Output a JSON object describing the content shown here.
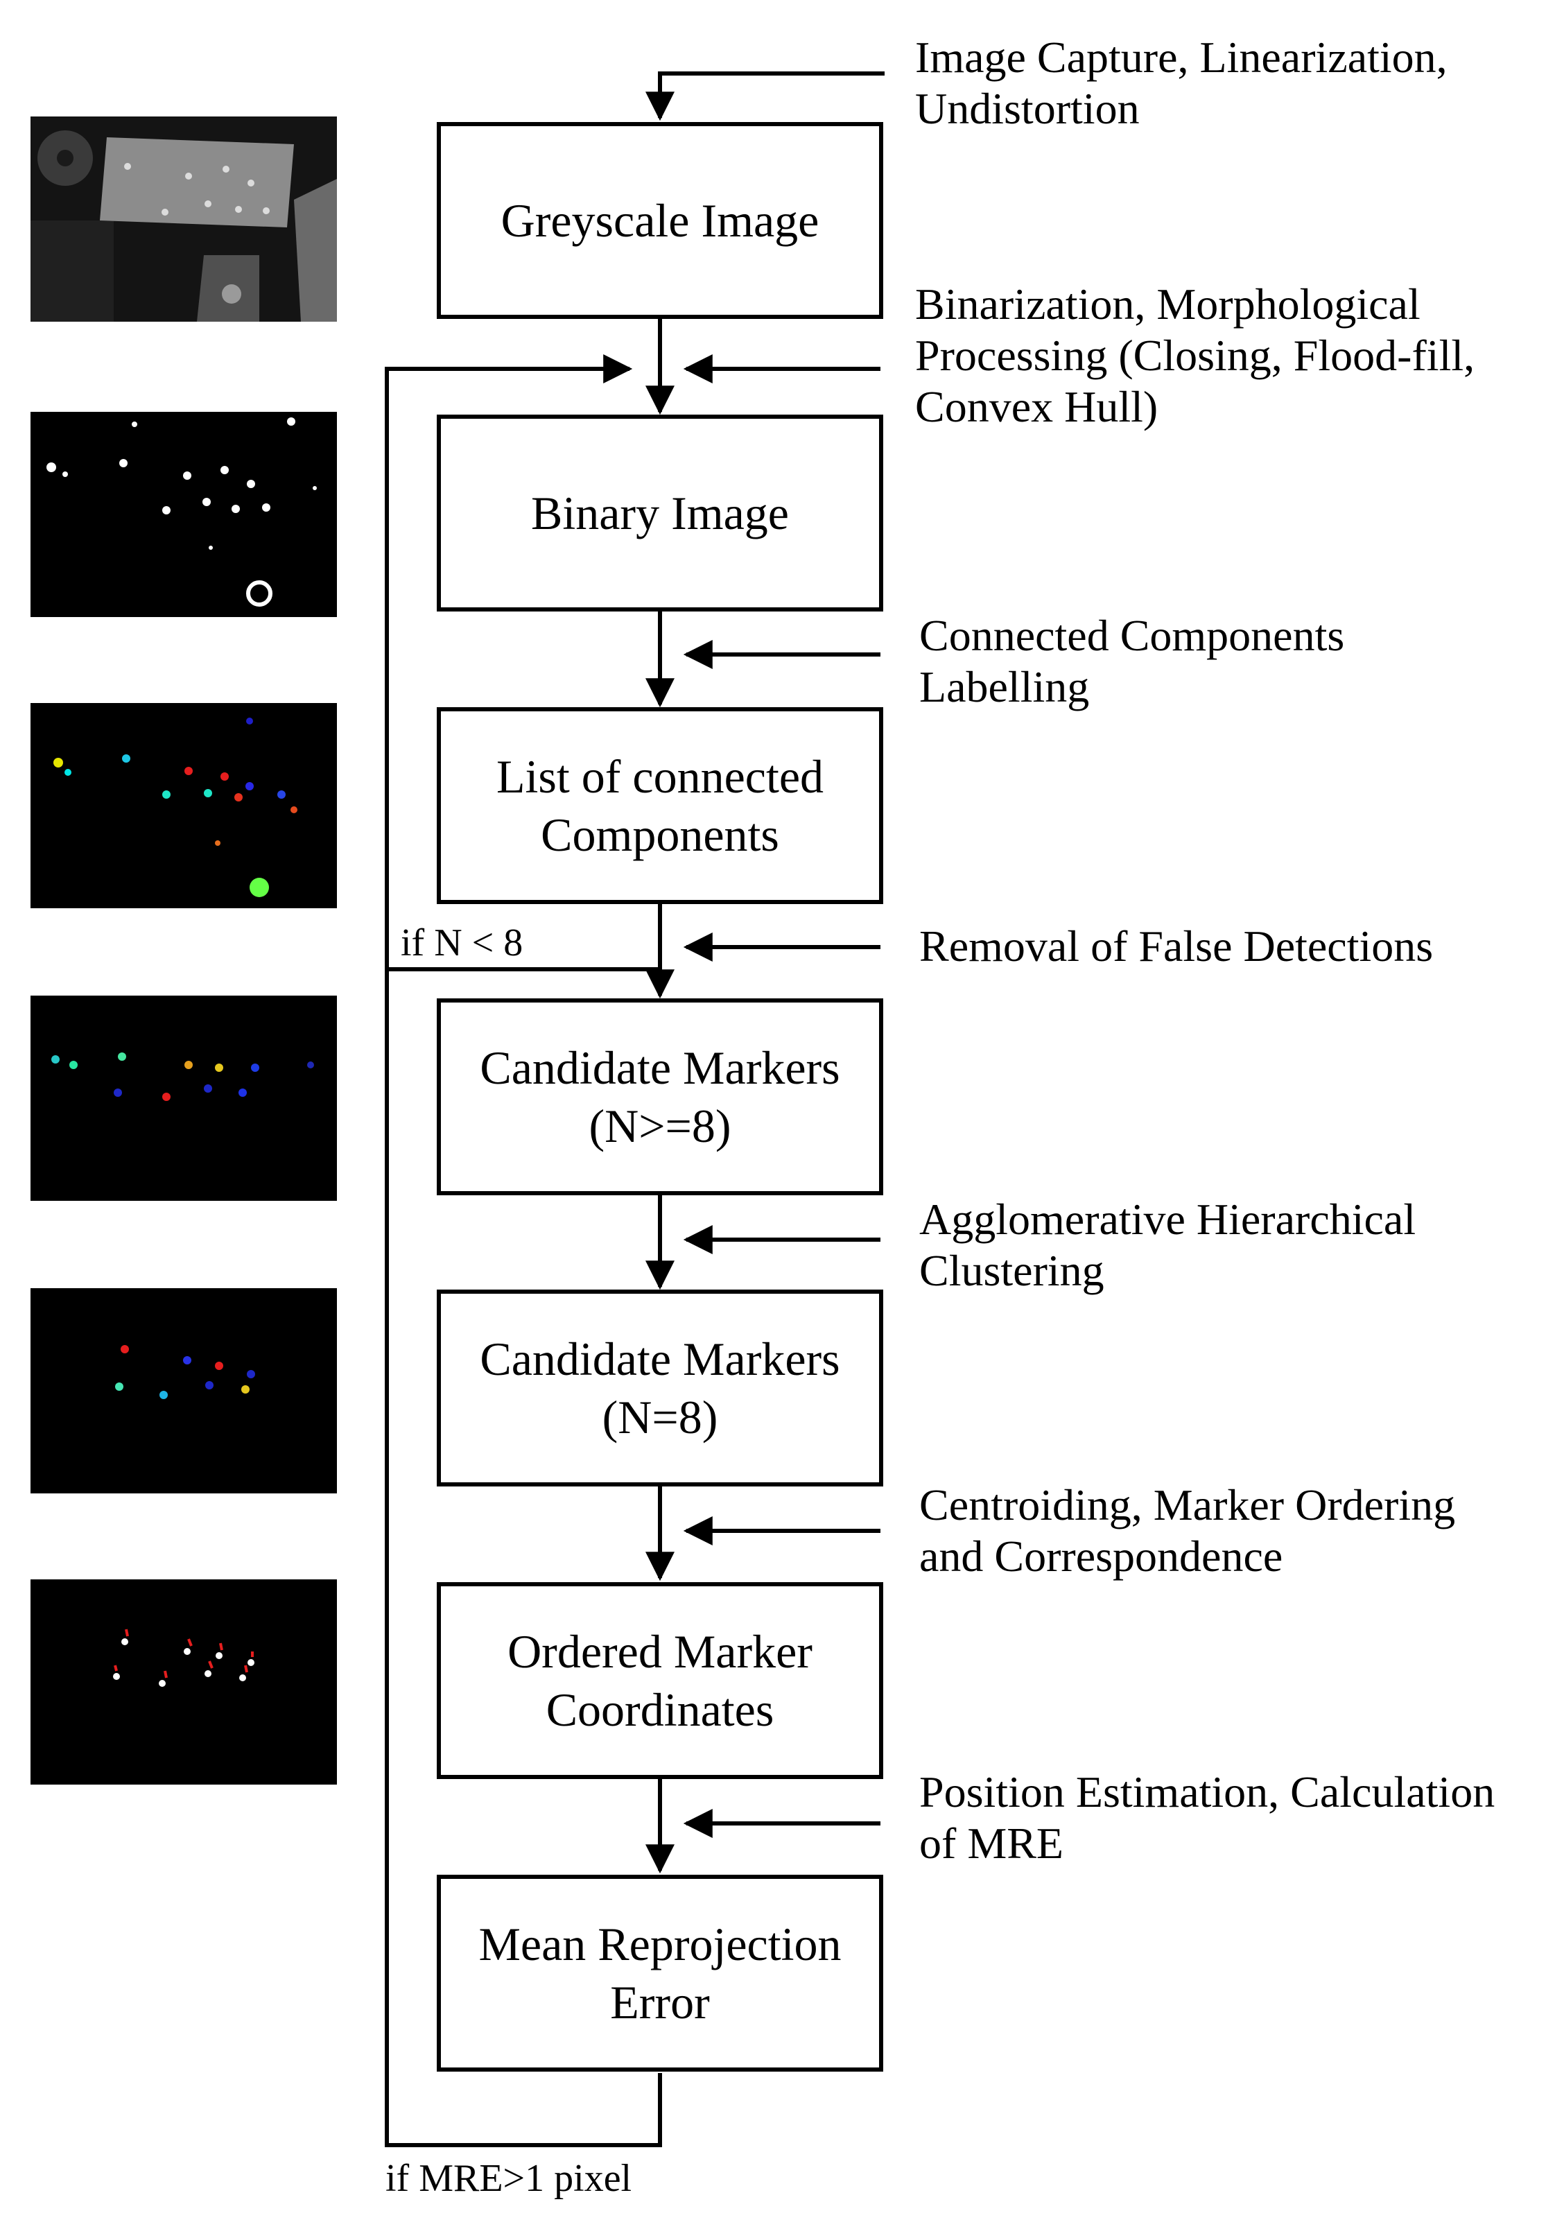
{
  "boxes": [
    {
      "lines": [
        "Greyscale Image"
      ]
    },
    {
      "lines": [
        "Binary Image"
      ]
    },
    {
      "lines": [
        "List of connected",
        "Components"
      ]
    },
    {
      "lines": [
        "Candidate Markers",
        "(N>=8)"
      ]
    },
    {
      "lines": [
        "Candidate Markers",
        "(N=8)"
      ]
    },
    {
      "lines": [
        "Ordered Marker",
        "Coordinates"
      ]
    },
    {
      "lines": [
        "Mean Reprojection",
        "Error"
      ]
    }
  ],
  "steps": [
    {
      "lines": [
        "Image Capture, Linearization,",
        "Undistortion"
      ]
    },
    {
      "lines": [
        "Binarization, Morphological",
        "Processing (Closing, Flood-fill,",
        "Convex Hull)"
      ]
    },
    {
      "lines": [
        "Connected Components",
        "Labelling"
      ]
    },
    {
      "lines": [
        "Removal of False Detections"
      ]
    },
    {
      "lines": [
        "Agglomerative Hierarchical",
        "Clustering"
      ]
    },
    {
      "lines": [
        "Centroiding, Marker Ordering",
        "and Correspondence"
      ]
    },
    {
      "lines": [
        "Position Estimation, Calculation",
        "of MRE"
      ]
    }
  ],
  "loop_labels": {
    "n_check": "if N < 8",
    "mre_check": "if MRE>1 pixel"
  },
  "thumbnails": [
    {
      "content": "greyscale camera frame of target plate with markers"
    },
    {
      "content": "binarized frame"
    },
    {
      "content": "connected components colored by label"
    },
    {
      "content": "candidate markers N>=8"
    },
    {
      "content": "candidate markers N=8"
    },
    {
      "content": "ordered marker coordinates with indices"
    }
  ]
}
